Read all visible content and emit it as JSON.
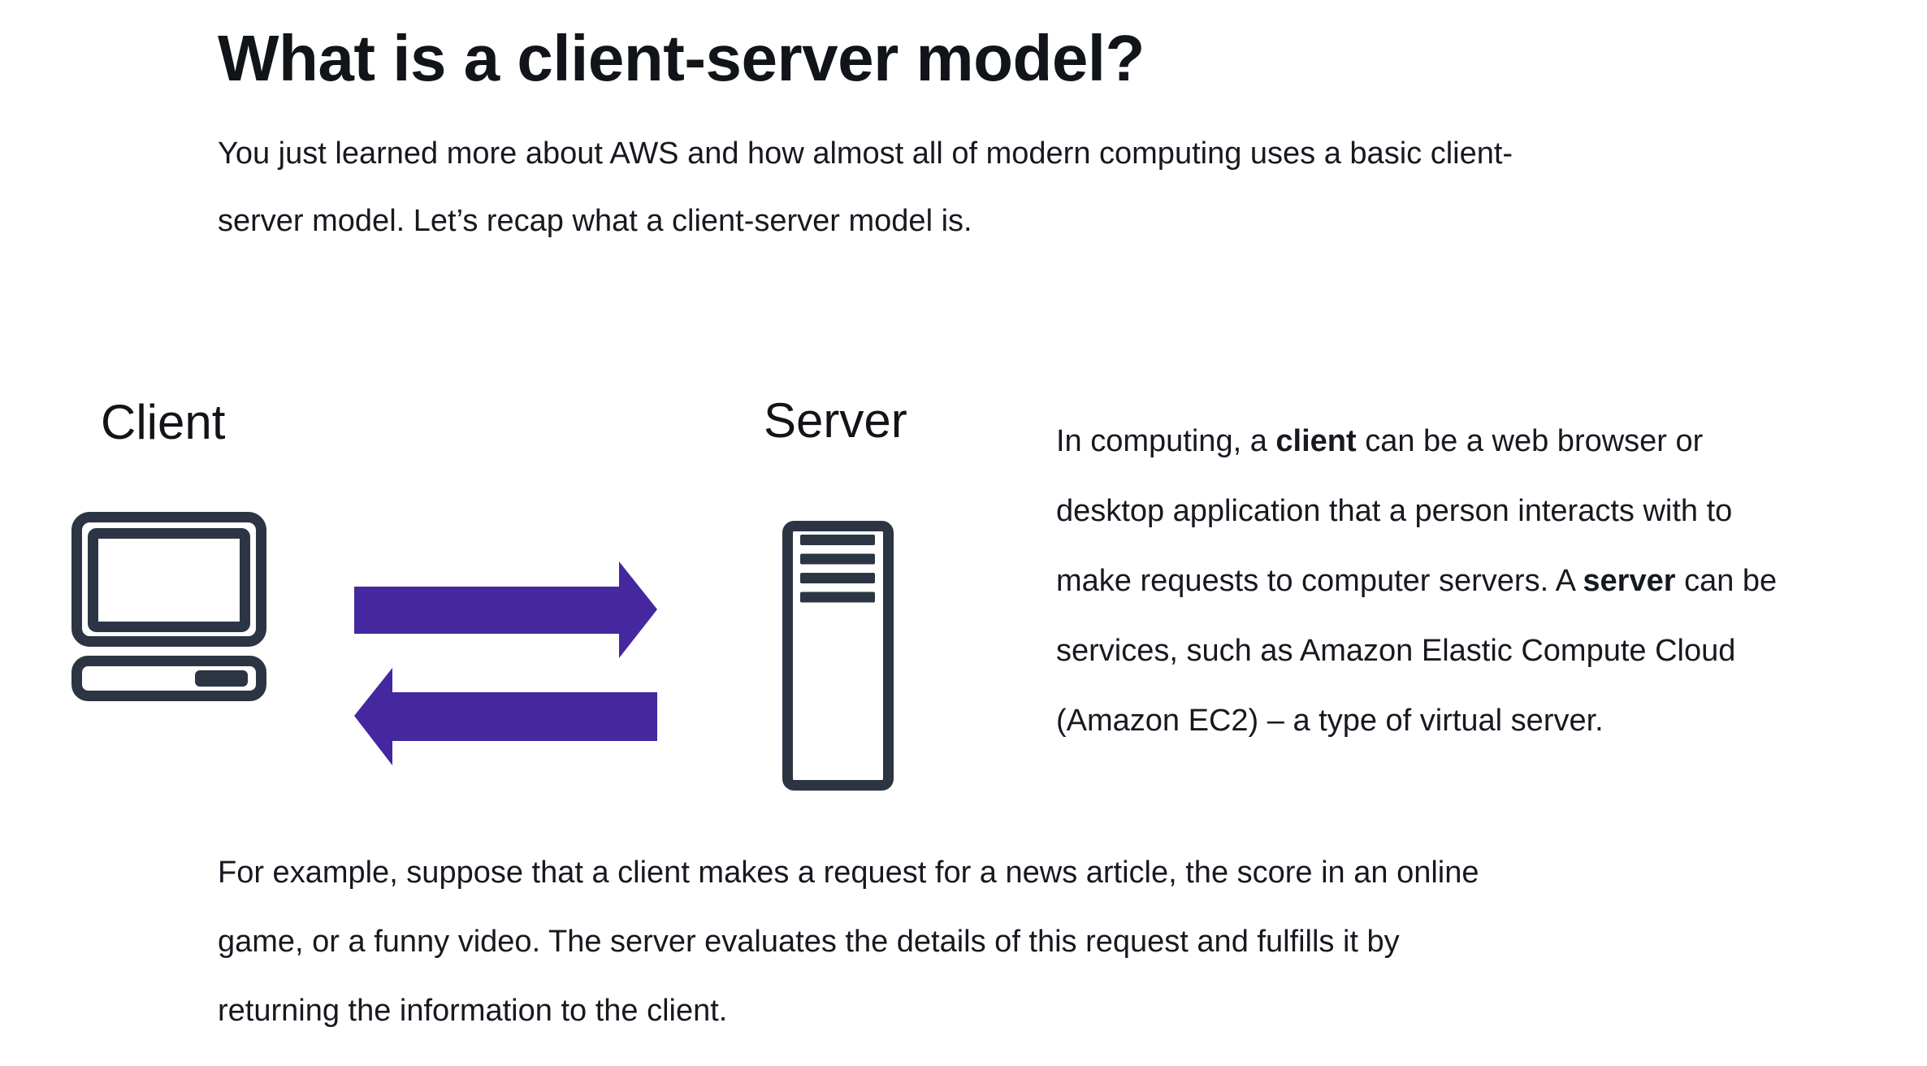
{
  "page": {
    "title": "What is a client-server model?",
    "intro_lines": [
      "You just learned more about AWS and how almost all of modern computing uses a basic client-",
      "server model. Let’s recap what a client-server model is."
    ]
  },
  "diagram": {
    "client_label": "Client",
    "server_label": "Server",
    "client_icon": "desktop-computer-icon",
    "server_icon": "server-tower-icon",
    "arrow_icons": [
      "arrow-right-icon",
      "arrow-left-icon"
    ]
  },
  "side_text": {
    "l1_pre": "In computing, a ",
    "l1_bold": "client",
    "l1_post": " can be a web browser or",
    "l2": "desktop application that a person interacts with to",
    "l3_pre": "make requests to computer servers. A ",
    "l3_bold": "server",
    "l3_post": " can be",
    "l4": "services, such as Amazon Elastic Compute Cloud",
    "l5": "(Amazon EC2) – a type of virtual server."
  },
  "example_lines": [
    "For example, suppose that a client makes a request for a news article, the score in an online",
    "game, or a funny video. The server evaluates the details of this request and fulfills it by",
    "returning the information to the client."
  ],
  "colors": {
    "arrow_purple": "#4527a0",
    "icon_ink": "#2b3544",
    "text": "#16191f",
    "background": "#ffffff"
  }
}
